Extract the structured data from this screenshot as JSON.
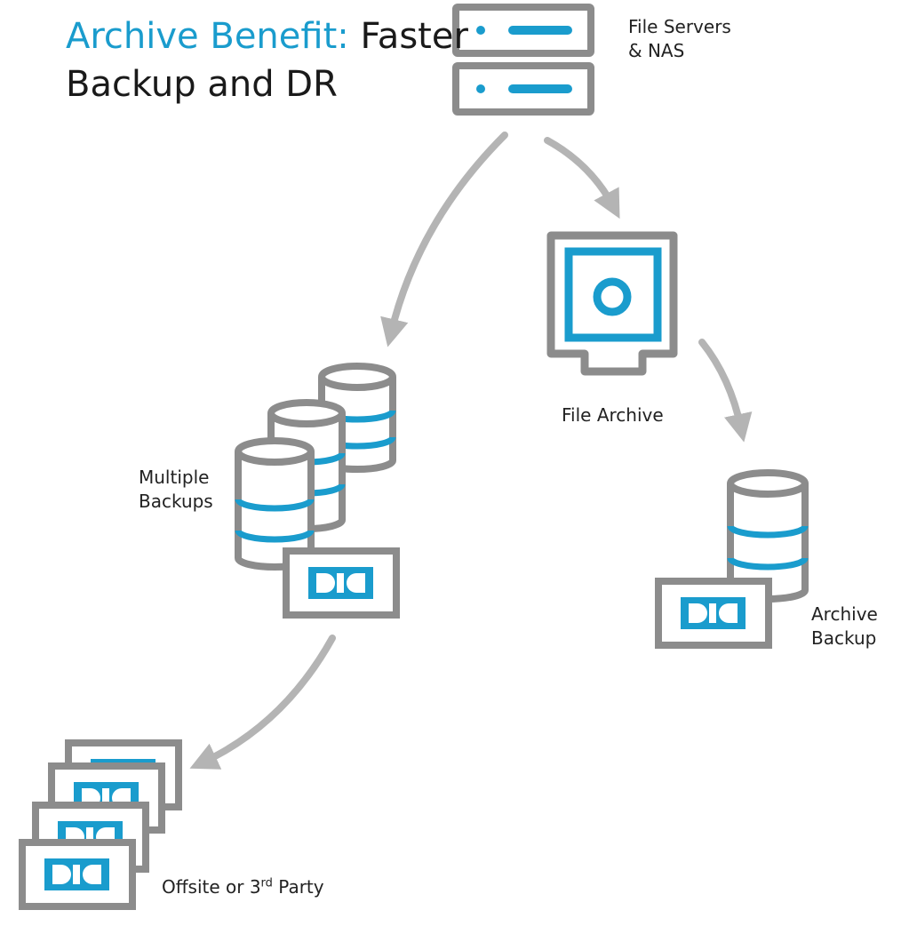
{
  "title": {
    "accent": "Archive Benefit:",
    "rest_line1": "Faster",
    "line2": "Backup and DR"
  },
  "labels": {
    "file_servers_line1": "File Servers",
    "file_servers_line2": "& NAS",
    "file_archive": "File Archive",
    "multiple_backups_line1": "Multiple",
    "multiple_backups_line2": "Backups",
    "archive_backup_line1": "Archive",
    "archive_backup_line2": "Backup",
    "offsite_prefix": "Offsite or 3",
    "offsite_sup": "rd",
    "offsite_suffix": " Party"
  },
  "colors": {
    "outline": "#8c8c8c",
    "accent": "#1a9ccd",
    "arrow": "#b4b4b4"
  },
  "icons": [
    "server-icon",
    "safe-icon",
    "database-icon",
    "tape-cartridge-icon",
    "arrow-icon"
  ]
}
